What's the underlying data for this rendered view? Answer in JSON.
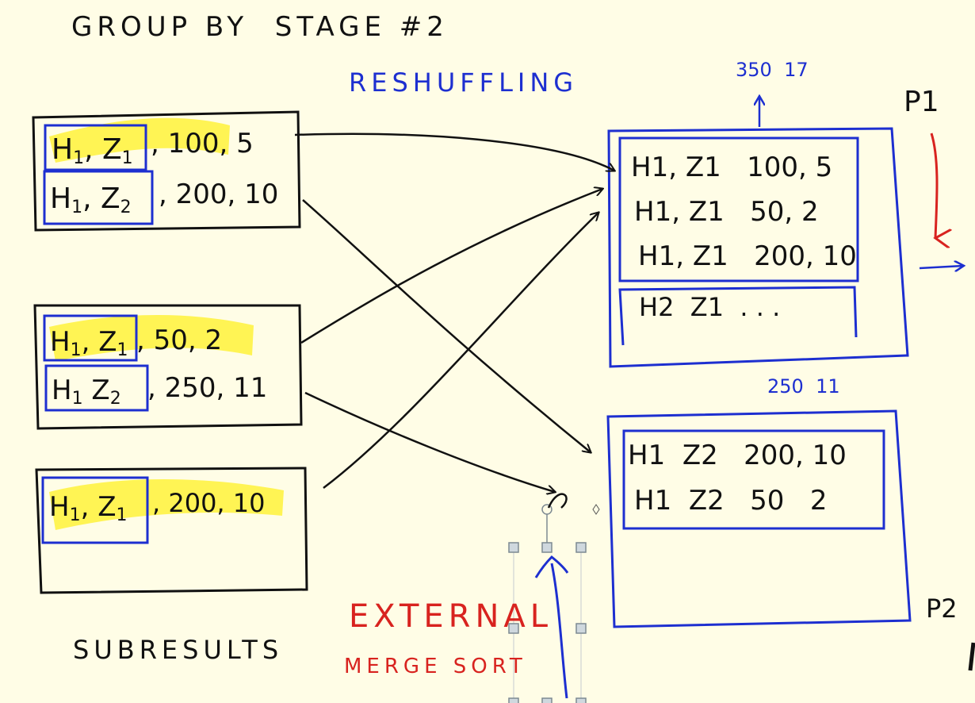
{
  "title": "GROUP BY  STAGE #2",
  "reshuffle_label": "RESHUFFLING",
  "subresults_label": "SUBRESULTS",
  "external_label_1": "EXTERNAL",
  "external_label_2": "MERGE SORT",
  "colors": {
    "ink": "#111111",
    "blue": "#1d2fd0",
    "red": "#d8231f",
    "highlight": "#fff23a",
    "paper": "#fffde6",
    "handle": "#9aa6ad"
  },
  "subresults": [
    {
      "rows": [
        {
          "key_a": "H1",
          "key_b": "Z1",
          "vals": ", 100, 5",
          "highlighted": true
        },
        {
          "key_a": "H1",
          "key_b": "Z2",
          "vals": ", 200, 10",
          "highlighted": false
        }
      ]
    },
    {
      "rows": [
        {
          "key_a": "H1",
          "key_b": "Z1",
          "vals": ", 50, 2",
          "highlighted": true
        },
        {
          "key_a": "H1",
          "key_b": "Z2",
          "vals": ", 250, 11",
          "highlighted": false
        }
      ]
    },
    {
      "rows": [
        {
          "key_a": "H1",
          "key_b": "Z1",
          "vals": ", 200, 10",
          "highlighted": true
        }
      ]
    }
  ],
  "partitions": [
    {
      "label": "P1",
      "total": "350  17",
      "rows": [
        "H1, Z1   100, 5",
        "H1, Z1   50, 2",
        "H1, Z1   200, 10"
      ],
      "extra_row": "H2  Z1  . . ."
    },
    {
      "label": "P2",
      "total": "250  11",
      "rows": [
        "H1  Z2   200, 10",
        "H1  Z2   50   2"
      ]
    }
  ],
  "icons": {
    "down_arrow": "red-down-arrow-icon",
    "right_arrow": "blue-right-arrow-icon",
    "pointer_arrow": "blue-pointer-arrow-icon"
  }
}
